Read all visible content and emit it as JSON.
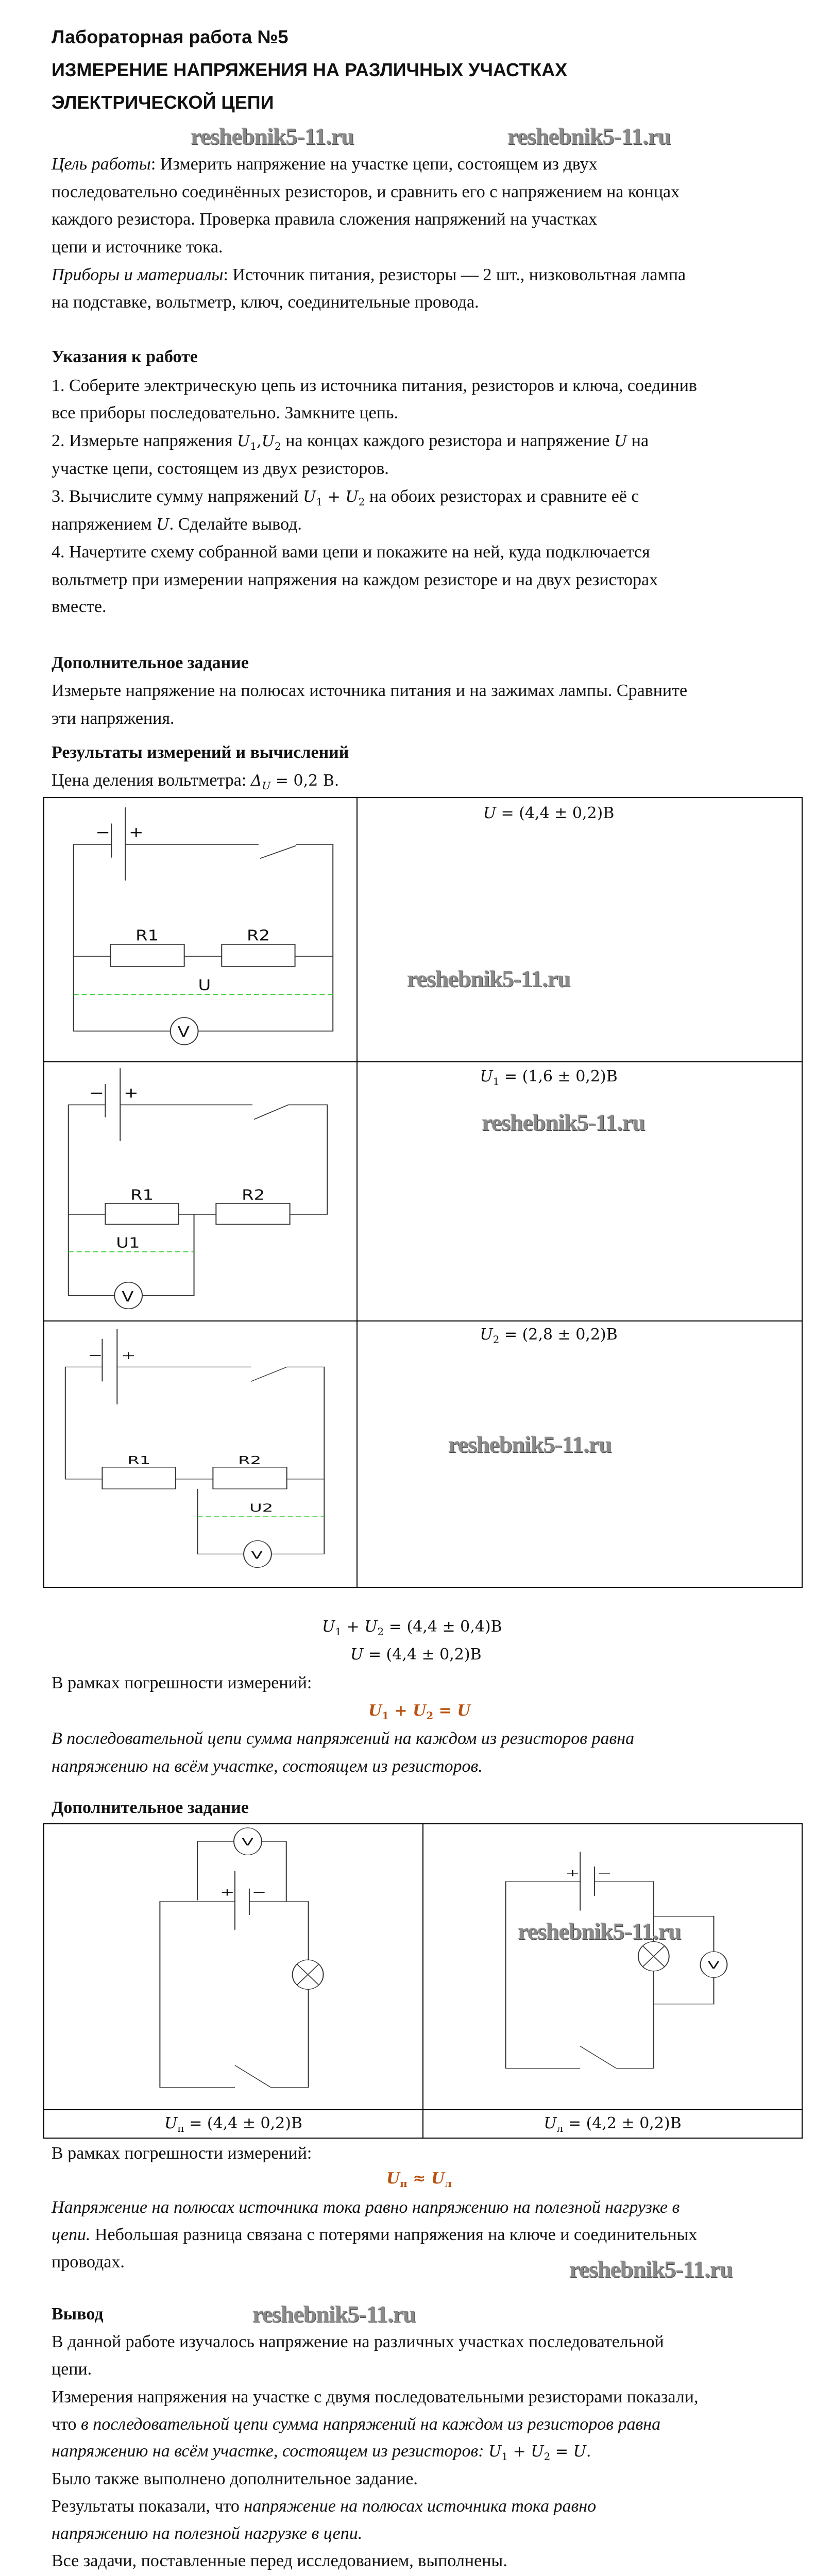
{
  "watermark": "reshebnik5-11.ru",
  "title": {
    "line1": "Лабораторная работа №5",
    "line2": "ИЗМЕРЕНИЕ НАПРЯЖЕНИЯ НА РАЗЛИЧНЫХ УЧАСТКАХ",
    "line3": "ЭЛЕКТРИЧЕСКОЙ ЦЕПИ"
  },
  "goal": {
    "label": "Цель работы",
    "lines": [
      ": Измерить напряжение на участке цепи, состоящем из двух",
      "последовательно соединённых резисторов, и сравнить его с напряжением на концах",
      "каждого резистора. Проверка правила сложения напряжений на участках",
      "цепи и источнике тока."
    ]
  },
  "materials": {
    "label": "Приборы и материалы",
    "lines": [
      ": Источник питания, резисторы — 2 шт., низковольтная лампа",
      "на подставке, вольтметр, ключ, соединительные провода."
    ]
  },
  "instructions": {
    "heading": "Указания к работе",
    "lines": [
      "1. Соберите электрическую цепь из источника питания, резисторов и ключа, соединив",
      "все приборы последовательно. Замкните цепь.",
      "2.  Измерьте напряжения ",
      " на концах каждого резистора и напряжение ",
      " на",
      "участке цепи, состоящем из двух резисторов.",
      "3. Вычислите сумму напряжений ",
      " на обоих резисторах и сравните её с",
      "напряжением ",
      ". Сделайте вывод.",
      "4. Начертите схему собранной вами цепи и покажите на ней, куда подключается",
      "вольтметр при измерении напряжения на каждом резисторе и на двух резисторах",
      "вместе."
    ]
  },
  "math": {
    "U": "U",
    "sub1": "1",
    "sub2": "2",
    "comma": ",",
    "plus": " + ",
    "eq": " = ",
    "period": ".",
    "delta": "Δ",
    "subU": "U",
    "sub_p": "п",
    "sub_l": "л",
    "approx": " ≈ "
  },
  "extra_task": {
    "heading": "Дополнительное задание",
    "lines": [
      "Измерьте напряжение на полюсах источника питания и на зажимах лампы. Сравните",
      "эти напряжения."
    ]
  },
  "results": {
    "heading": "Результаты измерений и вычислений",
    "scale_label": "Цена деления вольтметра: ",
    "scale_value": " = 0,2 В.",
    "rows": [
      {
        "value": " = (4,4 ± 0,2)В",
        "label_voltage": "U"
      },
      {
        "value": " = (1,6 ± 0,2)В",
        "label_voltage": "U1"
      },
      {
        "value": " = (2,8 ± 0,2)В",
        "label_voltage": "U2"
      }
    ],
    "diagram_labels": {
      "r1": "R1",
      "r2": "R2",
      "v": "V",
      "minus": "−",
      "plus": "+"
    },
    "sum_value": " = (4,4  ± 0,4)В",
    "u_value": " = (4,4 ± 0,2)В",
    "within_error": "В рамках погрешности измерений:",
    "conclusion_lines": [
      "В последовательной цепи сумма напряжений на каждом из резисторов равна",
      "напряжению на всём участке, состоящем из резисторов."
    ]
  },
  "extra_results": {
    "heading": "Дополнительное задание",
    "up_value": " = (4,4 ± 0,2)В",
    "ul_value": " = (4,2 ± 0,2)В",
    "within_error": "В рамках погрешности измерений:",
    "lines": [
      "Напряжение на полюсах источника тока равно напряжению на полезной нагрузке в",
      "цепи.",
      " Небольшая разница связана с потерями напряжения на ключе и соединительных",
      "проводах."
    ]
  },
  "conclusion": {
    "heading": "Вывод",
    "lines": [
      "В данной работе изучалось напряжение на различных участках последовательной",
      "цепи.",
      "Измерения напряжения на участке с двумя последовательными резисторами показали,",
      "что ",
      "в последовательной цепи сумма напряжений на каждом из резисторов равна",
      "напряжению на всём участке, состоящем из резисторов: ",
      "Было также выполнено дополнительное задание.",
      "Результаты показали, что  ",
      "напряжение на полюсах источника тока равно",
      "напряжению на полезной нагрузке в цепи.",
      "Все задачи, поставленные перед исследованием, выполнены."
    ]
  },
  "colors": {
    "accent_orange": "#b8520f",
    "measure_arrow": "#33cc33"
  }
}
